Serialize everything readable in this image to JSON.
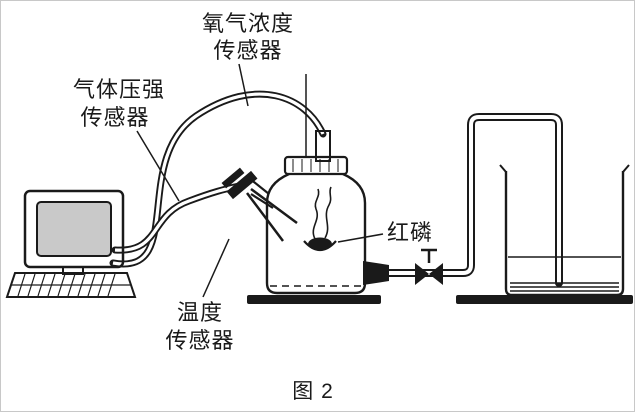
{
  "figure": {
    "caption": "图 2"
  },
  "labels": {
    "oxygen_sensor": {
      "line1": "氧气浓度",
      "line2": "传感器"
    },
    "pressure_sensor": {
      "line1": "气体压强",
      "line2": "传感器"
    },
    "temperature_sensor": {
      "line1": "温度",
      "line2": "传感器"
    },
    "red_phosphorus": "红磷"
  },
  "colors": {
    "ink": "#1a1a1a",
    "monitor_screen": "#c9c9c9",
    "background": "#ffffff"
  }
}
